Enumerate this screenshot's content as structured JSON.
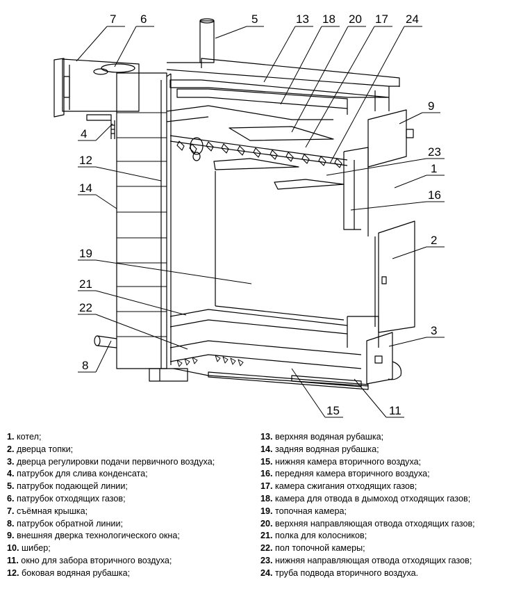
{
  "callouts": [
    "7",
    "6",
    "5",
    "13",
    "18",
    "20",
    "17",
    "24",
    "9",
    "4",
    "23",
    "12",
    "1",
    "14",
    "16",
    "2",
    "19",
    "21",
    "22",
    "3",
    "8",
    "15",
    "11"
  ],
  "legend": [
    {
      "num": "1.",
      "text": " котел;"
    },
    {
      "num": "2.",
      "text": " дверца топки;"
    },
    {
      "num": "3.",
      "text": " дверца регулировки подачи первичного воздуха;"
    },
    {
      "num": "4.",
      "text": " патрубок для слива конденсата;"
    },
    {
      "num": "5.",
      "text": " патрубок подающей линии;"
    },
    {
      "num": "6.",
      "text": " патрубок отходящих газов;"
    },
    {
      "num": "7.",
      "text": " съёмная крышка;"
    },
    {
      "num": "8.",
      "text": " патрубок обратной линии;"
    },
    {
      "num": "9.",
      "text": " внешняя дверка технологического окна;"
    },
    {
      "num": "10.",
      "text": " шибер;"
    },
    {
      "num": "11.",
      "text": " окно для забора вторичного воздуха;"
    },
    {
      "num": "12.",
      "text": " боковая водяная рубашка;"
    },
    {
      "num": "13.",
      "text": " верхняя водяная рубашка;"
    },
    {
      "num": "14.",
      "text": " задняя водяная рубашка;"
    },
    {
      "num": "15.",
      "text": " нижняя камера вторичного воздуха;"
    },
    {
      "num": "16.",
      "text": " передняя камера вторичного воздуха;"
    },
    {
      "num": "17.",
      "text": " камера сжигания отходящих газов;"
    },
    {
      "num": "18.",
      "text": " камера для отвода в дымоход отходящих газов;"
    },
    {
      "num": "19.",
      "text": " топочная камера;"
    },
    {
      "num": "20.",
      "text": " верхняя направляющая отвода отходящих газов;"
    },
    {
      "num": "21.",
      "text": " полка для колосников;"
    },
    {
      "num": "22.",
      "text": " пол топочной камеры;"
    },
    {
      "num": "23.",
      "text": " нижняя направляющая отвода отходящих газов;"
    },
    {
      "num": "24.",
      "text": " труба подвода вторичного воздуха."
    }
  ]
}
